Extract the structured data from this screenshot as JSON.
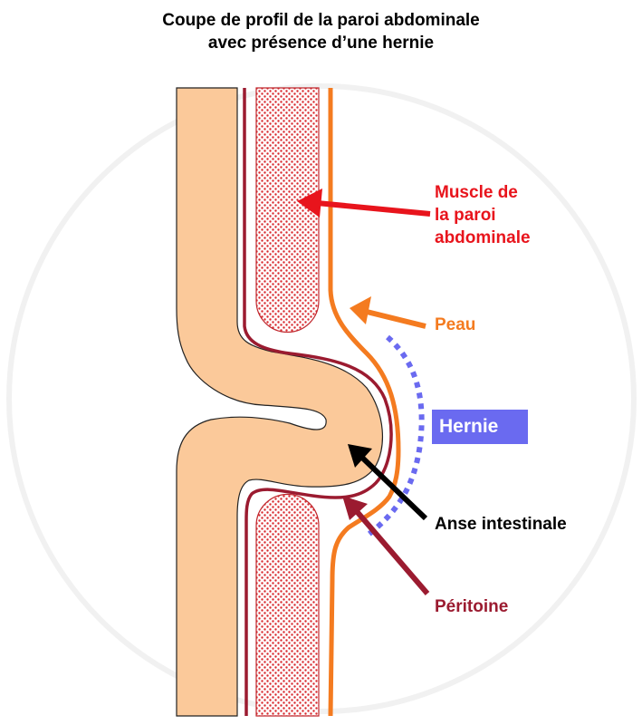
{
  "title": {
    "line1": "Coupe de profil de la paroi abdominale",
    "line2": "avec présence d’une hernie"
  },
  "labels": {
    "muscle": [
      "Muscle de",
      "la paroi",
      "abdominale"
    ],
    "peau": "Peau",
    "hernie": "Hernie",
    "anse": "Anse intestinale",
    "peritoine": "Péritoine"
  },
  "colors": {
    "intestine": "#fbc99a",
    "peritoine": "#9b1b30",
    "skin": "#f47b20",
    "muscle": "#d9292e",
    "hernia": "#6a6af0",
    "muscle_label": "#e8141c"
  }
}
